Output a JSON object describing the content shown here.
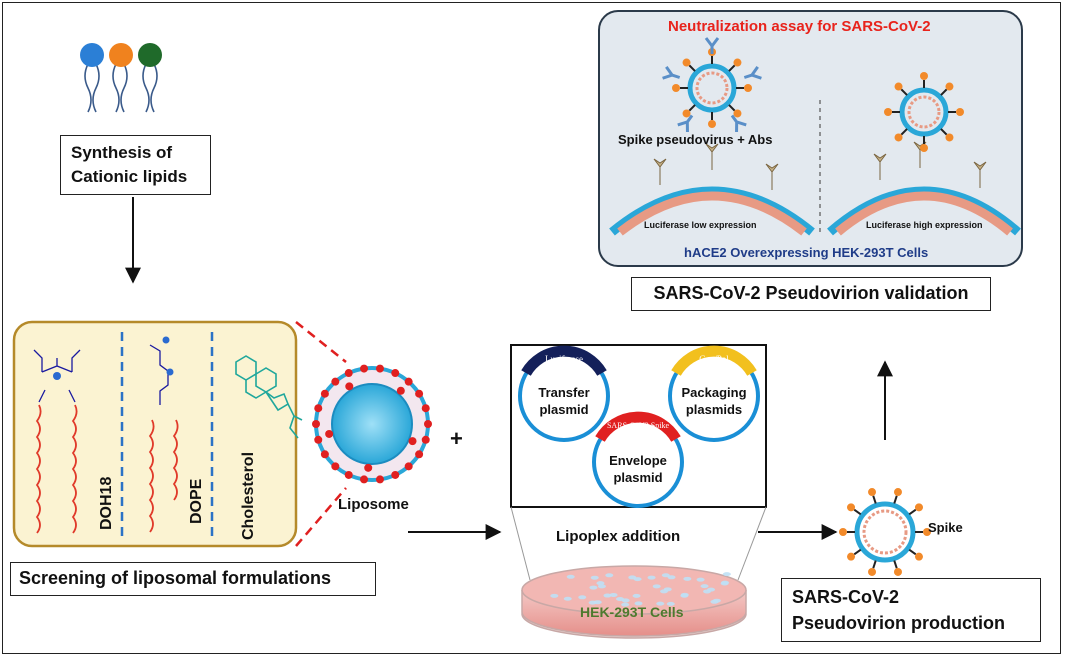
{
  "synthesis": {
    "line1": "Synthesis of",
    "line2": "Cationic lipids"
  },
  "screening": {
    "label": "Screening of liposomal formulations",
    "lipids": [
      "DOH18",
      "DOPE",
      "Cholesterol"
    ]
  },
  "liposome": {
    "label": "Liposome"
  },
  "plus": "+",
  "plasmids": {
    "transfer": {
      "line1": "Transfer",
      "line2": "plasmid",
      "tag": "Luciferase"
    },
    "packaging": {
      "line1": "Packaging",
      "line2": "plasmids",
      "tag": "Gag/Pol"
    },
    "envelope": {
      "line1": "Envelope",
      "line2": "plasmid",
      "tag": "SARS-CoV2 Spike"
    }
  },
  "lipoplex": {
    "label": "Lipoplex addition"
  },
  "cells": {
    "label": "HEK-293T Cells"
  },
  "production": {
    "line1": "SARS-CoV-2",
    "line2": "Pseudovirion production",
    "spike_label": "Spike"
  },
  "validation": {
    "label": "SARS-CoV-2 Pseudovirion validation"
  },
  "assay": {
    "title": "Neutralization assay for SARS-CoV-2",
    "virus_label": "Spike pseudovirus + Abs",
    "low": "Luciferase low expression",
    "high": "Luciferase high expression",
    "cells": "hACE2 Overexpressing HEK-293T Cells"
  },
  "colors": {
    "title_red": "#e8231c",
    "cells_blue": "#1f3c88",
    "cells_green": "#4e7a2e",
    "membrane_blue": "#29a3d6",
    "lipid_red": "#e03a2a",
    "panel_border": "#b58a2a"
  }
}
